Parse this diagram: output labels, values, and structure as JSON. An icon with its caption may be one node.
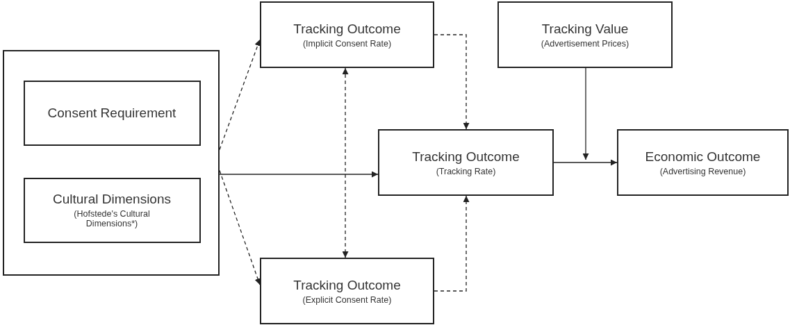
{
  "diagram": {
    "nodes": [
      {
        "text": [],
        "shape": "box"
      },
      {
        "text": [
          "Consent Requirement"
        ],
        "in": 0
      },
      {
        "text": [
          "Cultural Dimensions",
          "(Hofstede's Cultural Dimensions*)"
        ],
        "in": 0
      },
      {
        "text": [
          "Tracking Outcome",
          "(Implicit Consent Rate)"
        ]
      },
      {
        "text": [
          "Tracking Value",
          "(Advertisement Prices)"
        ]
      },
      {
        "text": [
          "Tracking Outcome",
          "(Tracking Rate)"
        ]
      },
      {
        "text": [
          "Economic Outcome",
          "(Advertising Revenue)"
        ]
      },
      {
        "text": [
          "Tracking Outcome",
          "(Explicit Consent Rate)"
        ]
      }
    ],
    "edges": [
      {
        "from": 0,
        "to": 3,
        "arrow": "to",
        "style": "dashed"
      },
      {
        "from": 0,
        "to": 5,
        "arrow": "to"
      },
      {
        "from": 0,
        "to": 7,
        "arrow": "to",
        "style": "dashed"
      },
      {
        "from": 3,
        "to": 7,
        "arrow": "both",
        "style": "dashed"
      },
      {
        "from": 3,
        "to": 5,
        "arrow": "to",
        "style": "dashed"
      },
      {
        "from": 7,
        "to": 5,
        "arrow": "to",
        "style": "dashed"
      },
      {
        "from": 5,
        "to": 6,
        "arrow": "to"
      },
      {
        "from": 4,
        "to": null,
        "arrow": "to"
      }
    ]
  }
}
